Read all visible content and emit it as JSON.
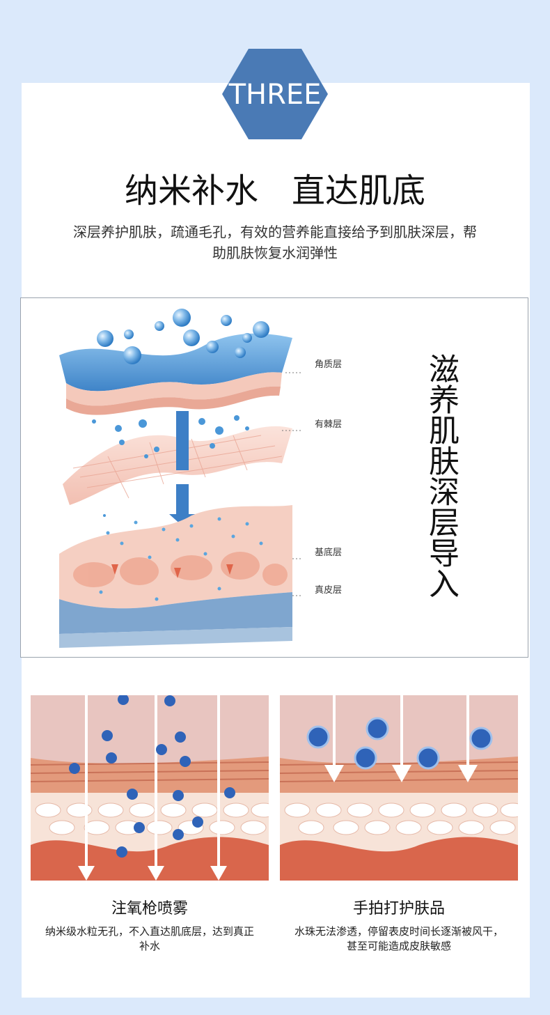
{
  "badge": {
    "label": "THREE",
    "color": "#4a7ab5"
  },
  "header": {
    "title": "纳米补水　直达肌底",
    "subtitle": "深层养护肌肤，疏通毛孔，有效的营养能直接给予到肌肤深层，帮助肌肤恢复水润弹性"
  },
  "diagram": {
    "layers": [
      "角质层",
      "有棘层",
      "基底层",
      "真皮层"
    ],
    "side_caption": "滋养肌肤深层导入"
  },
  "comparison": [
    {
      "title": "注氧枪喷雾",
      "description": "纳米级水粒无孔，不入直达肌底层，达到真正补水"
    },
    {
      "title": "手拍打护肤品",
      "description": "水珠无法渗透，停留表皮时间长逐渐被风干，甚至可能造成皮肤敏感"
    }
  ],
  "colors": {
    "background": "#dbe9fb",
    "accent": "#4a7ab5",
    "card": "#ffffff"
  }
}
